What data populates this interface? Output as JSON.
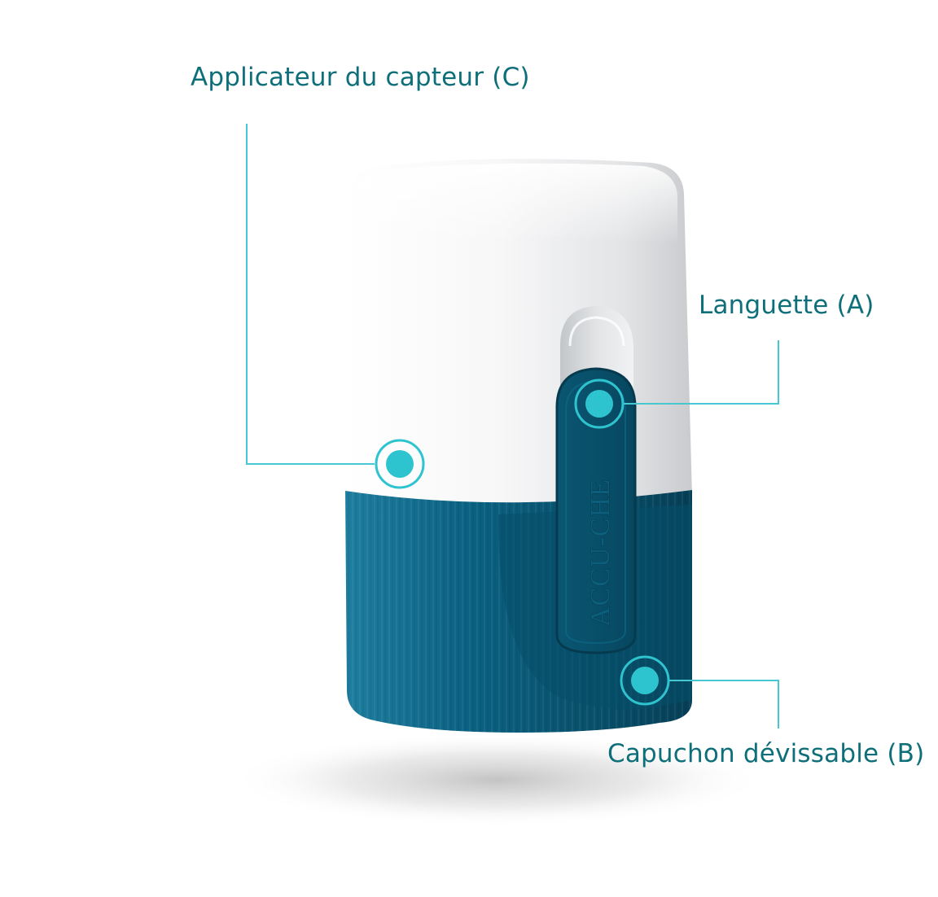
{
  "labels": {
    "applicator": "Applicateur du capteur (C)",
    "tab": "Languette (A)",
    "cap": "Capuchon dévissable (B)"
  },
  "device_brand_text": "ACCU-CHE",
  "colors": {
    "accent": "#2ec4cf",
    "label_text": "#0e6f7a",
    "callout_line": "#47c7d1",
    "device_white": "#f4f5f6",
    "device_teal": "#0a5f7c",
    "device_teal_dark": "#06475e"
  }
}
